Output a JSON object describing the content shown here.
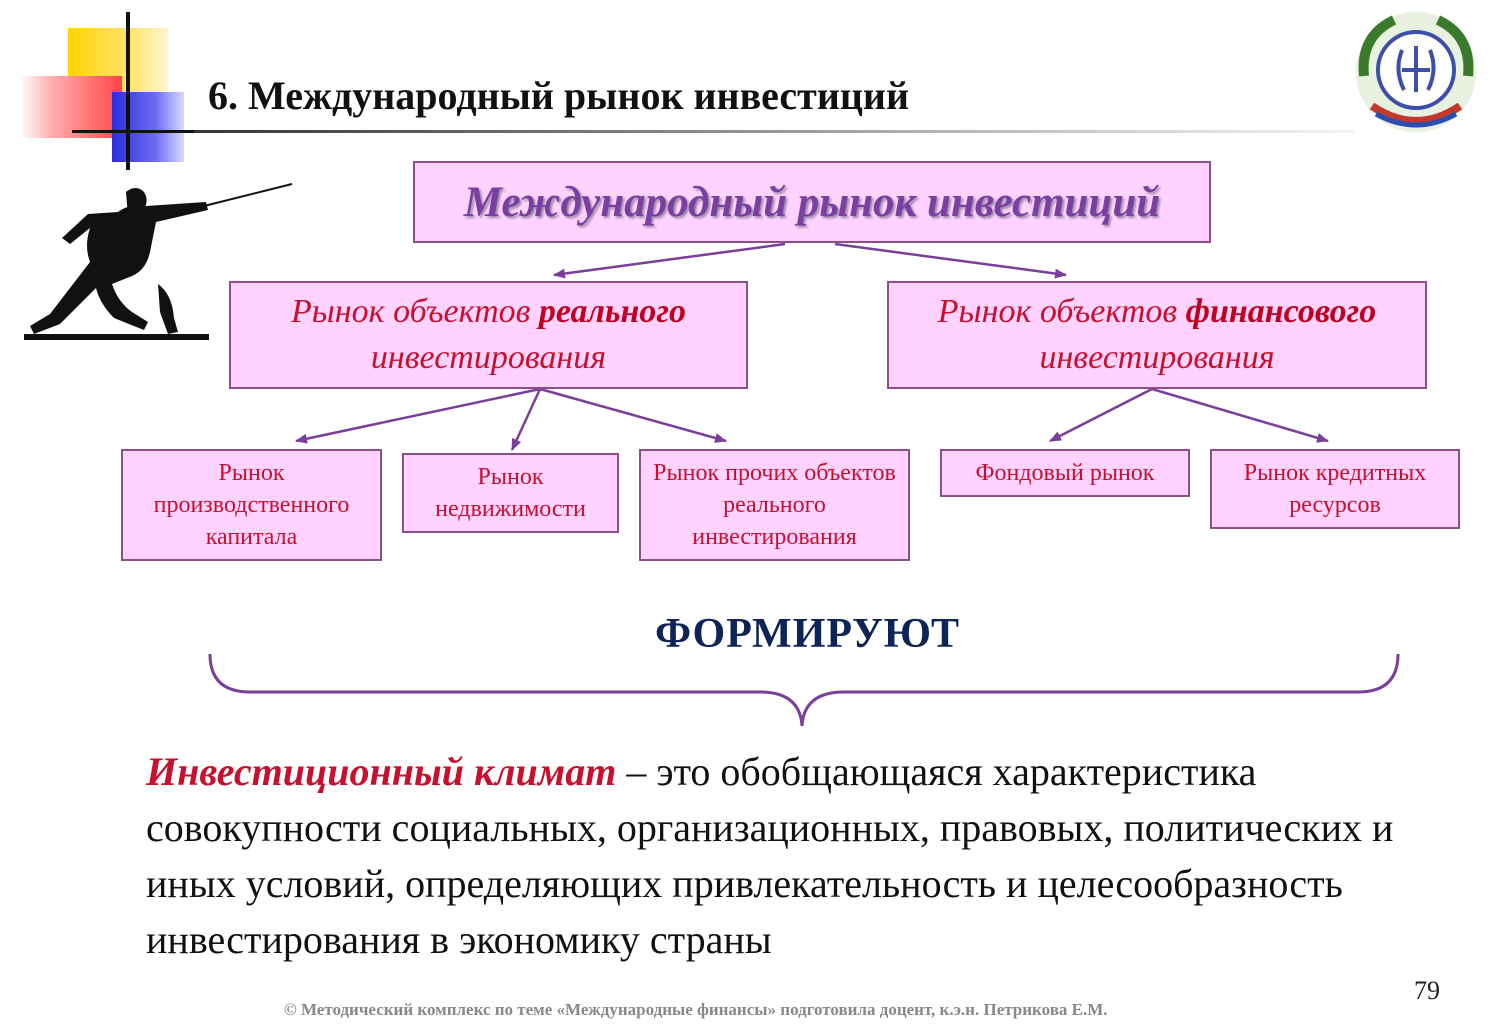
{
  "slide": {
    "title": "6. Международный рынок инвестиций",
    "page_number": "79",
    "footer": "© Методический комплекс по теме «Международные финансы» подготовила доцент, к.э.н. Петрикова Е.М."
  },
  "diagram": {
    "root": "Международный рынок инвестиций",
    "left_branch": {
      "prefix": "Рынок объектов ",
      "emphasis": "реального",
      "suffix": "инвестирования",
      "children": [
        "Рынок производственного капитала",
        "Рынок недвижимости",
        "Рынок прочих объектов реального инвестирования"
      ]
    },
    "right_branch": {
      "prefix": "Рынок объектов ",
      "emphasis": "финансового",
      "suffix": "инвестирования",
      "children": [
        "Фондовый рынок",
        "Рынок кредитных ресурсов"
      ]
    },
    "connector_label": "ФОРМИРУЮТ"
  },
  "definition": {
    "term": "Инвестиционный климат",
    "text": " – это обобщающаяся характеристика совокупности социальных, организационных, правовых, политических и иных условий, определяющих привлекательность и целесообразность инвестирования в экономику страны"
  },
  "colors": {
    "box_fill": "#ffd2ff",
    "box_border": "#8c4f8c",
    "arrow": "#7a3f9a",
    "accent_red": "#c8102e",
    "dark_blue": "#0d2456"
  }
}
